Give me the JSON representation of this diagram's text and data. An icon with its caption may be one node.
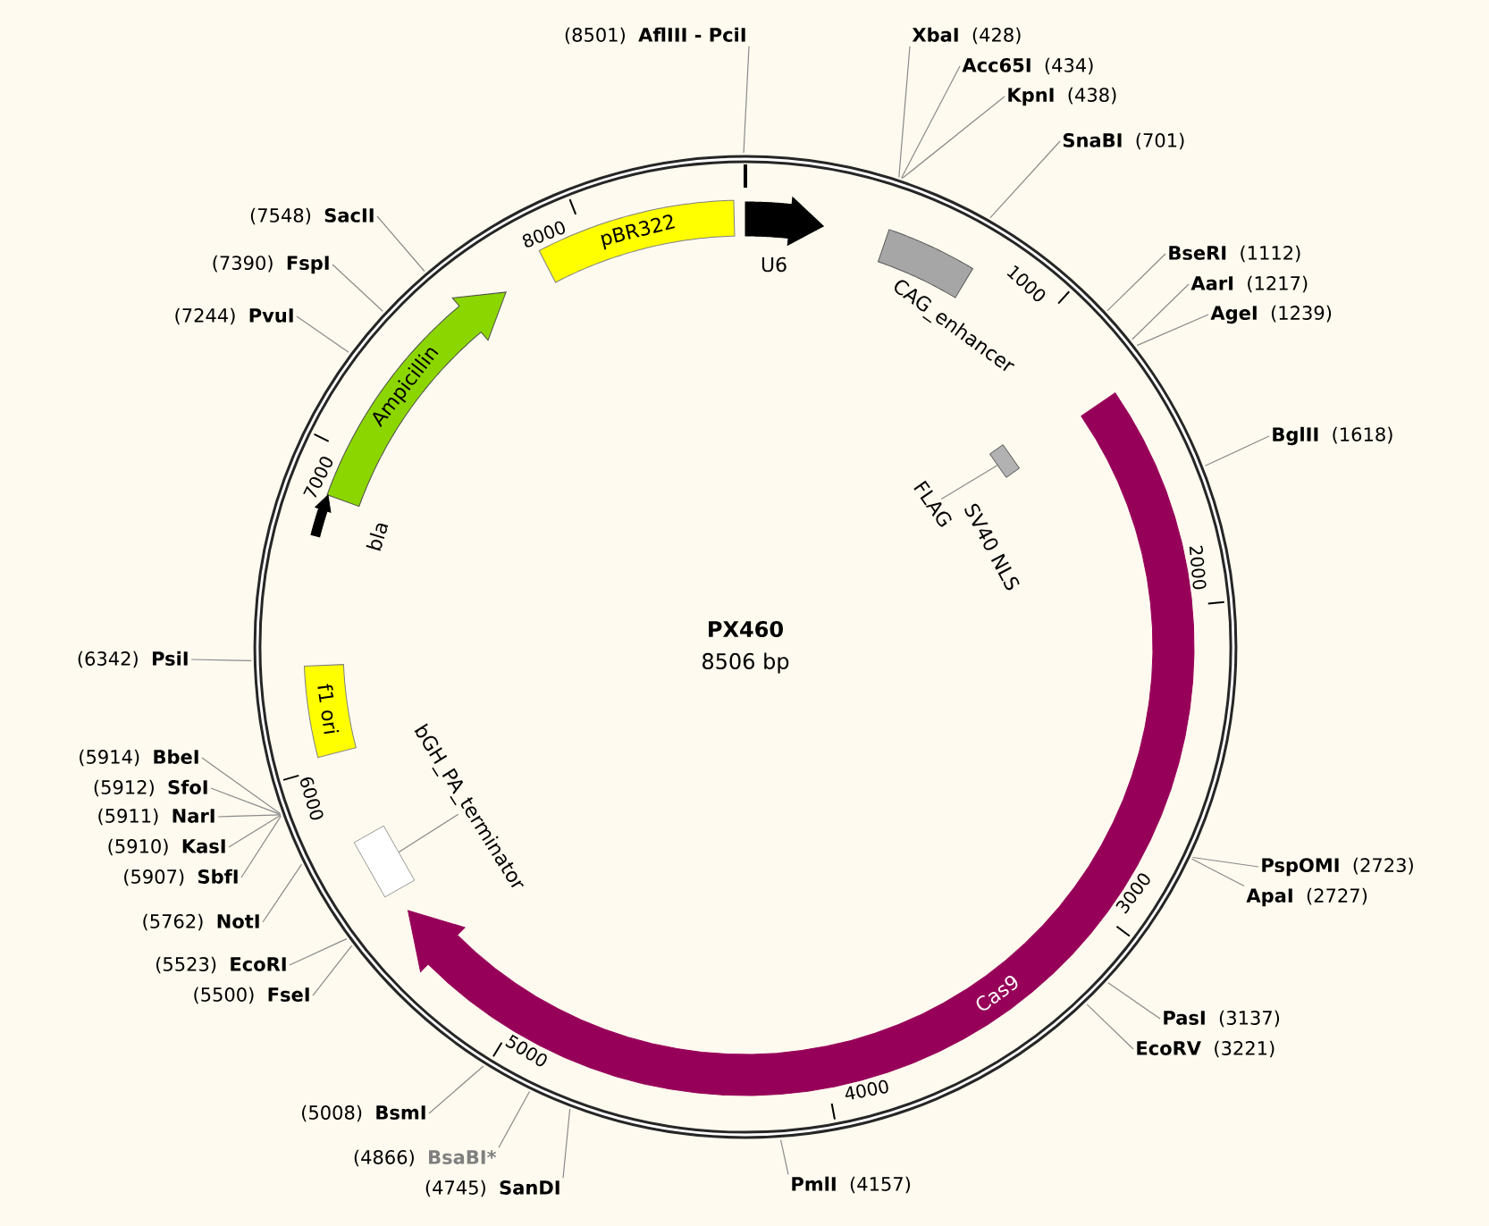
{
  "diagram": {
    "title": "PX460",
    "nodes": [
      {
        "text": [
          "(8501)",
          "AflIII - PciI"
        ]
      },
      {
        "text": [
          "XbaI",
          "(428)"
        ]
      },
      {
        "text": [
          "Acc65I",
          "(434)"
        ]
      },
      {
        "text": [
          "KpnI",
          "(438)"
        ]
      },
      {
        "text": [
          "SnaBI",
          "(701)"
        ]
      },
      {
        "text": [
          "BseRI",
          "(1112)"
        ]
      },
      {
        "text": [
          "AarI",
          "(1217)"
        ]
      },
      {
        "text": [
          "AgeI",
          "(1239)"
        ]
      },
      {
        "text": [
          "BglII",
          "(1618)"
        ]
      },
      {
        "text": [
          "PspOMI",
          "(2723)"
        ]
      },
      {
        "text": [
          "ApaI",
          "(2727)"
        ]
      },
      {
        "text": [
          "PasI",
          "(3137)"
        ]
      },
      {
        "text": [
          "EcoRV",
          "(3221)"
        ]
      },
      {
        "text": [
          "PmlI",
          "(4157)"
        ]
      },
      {
        "text": [
          "(4745)",
          "SanDI"
        ]
      },
      {
        "text": [
          "(4866)",
          "BsaBI*"
        ]
      },
      {
        "text": [
          "(5008)",
          "BsmI"
        ]
      },
      {
        "text": [
          "(5500)",
          "FseI"
        ]
      },
      {
        "text": [
          "(5523)",
          "EcoRI"
        ]
      },
      {
        "text": [
          "(5762)",
          "NotI"
        ]
      },
      {
        "text": [
          "(5907)",
          "SbfI"
        ]
      },
      {
        "text": [
          "(5910)",
          "KasI"
        ]
      },
      {
        "text": [
          "(5911)",
          "NarI"
        ]
      },
      {
        "text": [
          "(5912)",
          "SfoI"
        ]
      },
      {
        "text": [
          "(5914)",
          "BbeI"
        ]
      },
      {
        "text": [
          "(6342)",
          "PsiI"
        ]
      },
      {
        "text": [
          "(7244)",
          "PvuI"
        ]
      },
      {
        "text": [
          "(7390)",
          "FspI"
        ]
      },
      {
        "text": [
          "(7548)",
          "SacII"
        ]
      },
      {
        "text": [
          "pBR322"
        ]
      },
      {
        "text": [
          "U6"
        ]
      },
      {
        "text": [
          "CAG_enhancer"
        ]
      },
      {
        "text": [
          "Cas9"
        ]
      },
      {
        "text": [],
        "shape": "box"
      },
      {
        "text": [
          "SV40 NLS"
        ]
      },
      {
        "text": [
          "FLAG"
        ]
      },
      {
        "text": [],
        "shape": "box"
      },
      {
        "text": [
          "bGH_PA_terminator"
        ]
      },
      {
        "text": [
          "f1 ori"
        ]
      },
      {
        "text": [
          "Ampicillin"
        ]
      },
      {
        "text": [
          "bla"
        ]
      }
    ],
    "edges": [
      {
        "from": 0,
        "to": null,
        "arrow": "none"
      },
      {
        "from": 1,
        "to": null,
        "arrow": "none"
      },
      {
        "from": 2,
        "to": null,
        "arrow": "none"
      },
      {
        "from": 3,
        "to": null,
        "arrow": "none"
      },
      {
        "from": 4,
        "to": null,
        "arrow": "none"
      },
      {
        "from": 5,
        "to": null,
        "arrow": "none"
      },
      {
        "from": 6,
        "to": null,
        "arrow": "none"
      },
      {
        "from": 7,
        "to": null,
        "arrow": "none"
      },
      {
        "from": 8,
        "to": null,
        "arrow": "none"
      },
      {
        "from": 9,
        "to": null,
        "arrow": "none"
      },
      {
        "from": 10,
        "to": null,
        "arrow": "none"
      },
      {
        "from": 11,
        "to": null,
        "arrow": "none"
      },
      {
        "from": 12,
        "to": null,
        "arrow": "none"
      },
      {
        "from": 13,
        "to": null,
        "arrow": "none"
      },
      {
        "from": 14,
        "to": null,
        "arrow": "none"
      },
      {
        "from": 15,
        "to": null,
        "arrow": "none"
      },
      {
        "from": 16,
        "to": null,
        "arrow": "none"
      },
      {
        "from": 17,
        "to": null,
        "arrow": "none"
      },
      {
        "from": 18,
        "to": null,
        "arrow": "none"
      },
      {
        "from": 19,
        "to": null,
        "arrow": "none"
      },
      {
        "from": 20,
        "to": null,
        "arrow": "none"
      },
      {
        "from": 21,
        "to": null,
        "arrow": "none"
      },
      {
        "from": 22,
        "to": null,
        "arrow": "none"
      },
      {
        "from": 23,
        "to": null,
        "arrow": "none"
      },
      {
        "from": 24,
        "to": null,
        "arrow": "none"
      },
      {
        "from": 25,
        "to": null,
        "arrow": "none"
      },
      {
        "from": 26,
        "to": null,
        "arrow": "none"
      },
      {
        "from": 27,
        "to": null,
        "arrow": "none"
      },
      {
        "from": 28,
        "to": null,
        "arrow": "none"
      },
      {
        "from": 35,
        "to": 33,
        "arrow": "none"
      },
      {
        "from": 37,
        "to": 36,
        "arrow": "none"
      }
    ],
    "labels": [
      "1000",
      "2000",
      "3000",
      "4000",
      "5000",
      "6000",
      "7000",
      "8000",
      "8506 bp"
    ]
  }
}
